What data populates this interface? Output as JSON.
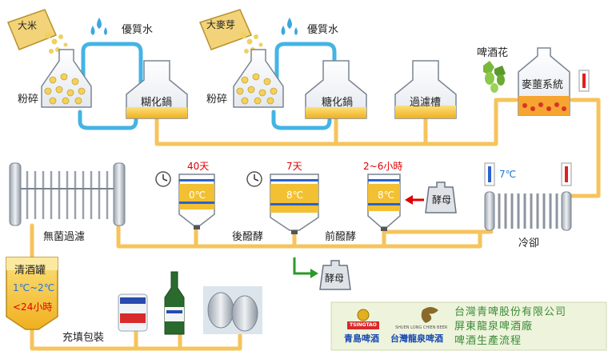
{
  "labels": {
    "rice": "大米",
    "barley": "大麥芽",
    "water1": "優質水",
    "water2": "優質水",
    "grind1": "粉碎",
    "grind2": "粉碎",
    "mash_pot": "糊化鍋",
    "sugar_pot": "糖化鍋",
    "filter_tank": "過濾槽",
    "hops": "啤酒花",
    "boil_system": "麥蘁系統",
    "sterile_filter": "無菌過濾",
    "post_ferment": "後醱酵",
    "pre_ferment": "前醱酵",
    "cooling": "冷卻",
    "yeast_in": "酵母",
    "yeast_out": "酵母",
    "bright_tank": "清酒罐",
    "bright_temp": "1℃~2℃",
    "bright_time": "<24小時",
    "packaging": "充填包裝",
    "post_days": "40天",
    "pre_days": "7天",
    "pre_hours": "2~6小時",
    "post_temp": "0℃",
    "pre_temp": "8℃",
    "pitch_temp": "8℃",
    "cool_temp": "7℃"
  },
  "company": {
    "line1": "台灣青啤股份有限公司",
    "line2": "屏東龍泉啤酒廠",
    "line3": "啤酒生產流程",
    "logo1_top": "TSINGTAO",
    "logo1_bottom": "青島啤酒",
    "logo2_top": "SHUEN LONG CHIEN BEER",
    "logo2_bottom": "台灣龍泉啤酒"
  },
  "colors": {
    "pipe": "#f5c45c",
    "water_pipe": "#44b4e4",
    "liquid": "#f2c032",
    "accent_red": "#e00000",
    "accent_blue": "#1a73d9",
    "panel_bg": "#eef4dc",
    "panel_text": "#3a8a36"
  },
  "icons": [
    "grain-sack-icon",
    "water-drops-icon",
    "hops-icon",
    "thermometer-icon",
    "clock-icon",
    "weight-icon",
    "arrow-icon",
    "beer-can-icon",
    "beer-bottle-icon",
    "keg-icon"
  ]
}
